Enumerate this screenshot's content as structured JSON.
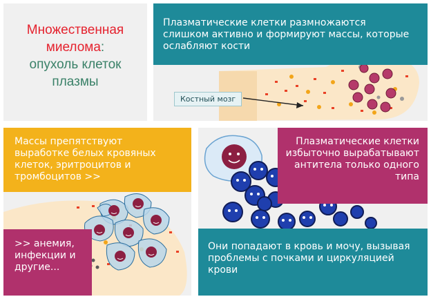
{
  "title": {
    "line1": "Множественная",
    "line2_red": "миелома",
    "line2_colon": ":",
    "line3": "опухоль клеток",
    "line4": "плазмы"
  },
  "panels": {
    "top_right_text": "Плазматические клетки размножаются слишком активно и формируют массы, которые ослабляют кости",
    "bone_marrow_label": "Костный мозг",
    "yellow_text": "Массы препятствуют выработке белых кровяных клеток, эритроцитов и тромбоцитов >>",
    "pink_left_text": ">> анемия, инфекции и другие...",
    "pink_right_text": "Плазматические клетки избыточно вырабатывают антитела только одного типа",
    "teal_bottom_text": "Они попадают в кровь и мочу, вызывая проблемы с почками и циркуляцией крови"
  },
  "colors": {
    "teal": "#1e8a99",
    "yellow": "#f3b21b",
    "pink": "#b0316c",
    "title_red": "#e5222e",
    "title_green": "#3a8168",
    "grey_panel": "#f0f0f0",
    "bone": "#fbe7c8",
    "antibody_blue": "#1f3fae",
    "plasma_cell": "#8c1f42"
  }
}
